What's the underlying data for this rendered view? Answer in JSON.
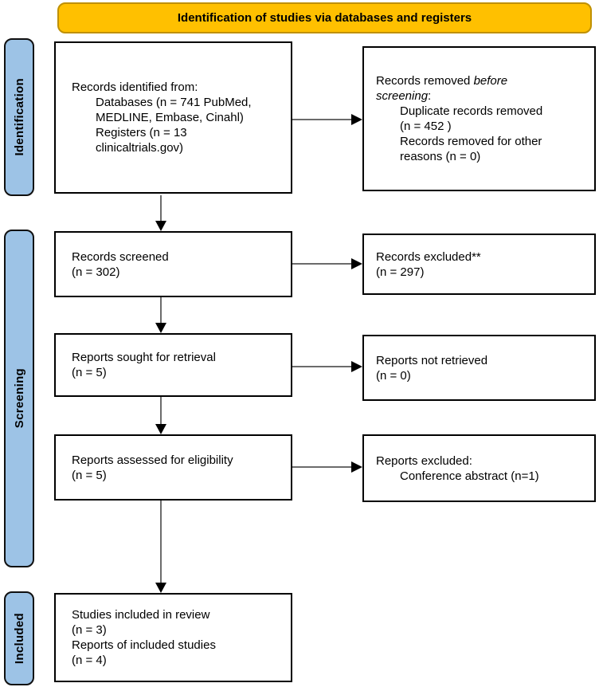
{
  "banner": {
    "label": "Identification of studies via databases and registers"
  },
  "sidebar": {
    "stages": [
      {
        "label": "Identification"
      },
      {
        "label": "Screening"
      },
      {
        "label": "Included"
      }
    ]
  },
  "flow": {
    "identified": {
      "line1": "Records identified from:",
      "line2": "Databases (n = 741 PubMed,",
      "line3": "MEDLINE, Embase, Cinahl)",
      "line4": "Registers (n = 13",
      "line5": "clinicaltrials.gov)"
    },
    "removed": {
      "line1_normal": "Records removed ",
      "line1_italic": "before",
      "line2_italic": "screening",
      "line2_suffix": ":",
      "line3": "Duplicate records removed",
      "line4": "(n = 452 )",
      "line5": "Records removed for other",
      "line6": "reasons (n = 0)"
    },
    "screened": {
      "line1": "Records screened",
      "line2": "(n = 302)"
    },
    "excluded": {
      "line1": "Records excluded**",
      "line2": "(n = 297)"
    },
    "sought": {
      "line1": "Reports sought for retrieval",
      "line2": "(n = 5)"
    },
    "not_retrieved": {
      "line1": "Reports not retrieved",
      "line2": "(n = 0)"
    },
    "assessed": {
      "line1": "Reports assessed for eligibility",
      "line2": "(n = 5)"
    },
    "reports_excluded": {
      "line1": "Reports excluded:",
      "line2": "Conference abstract (n=1)"
    },
    "included": {
      "line1": "Studies included in review",
      "line2": "(n = 3)",
      "line3": "Reports of included studies",
      "line4": "(n = 4)"
    }
  },
  "colors": {
    "banner_fill": "#FFC000",
    "banner_border": "#BF9000",
    "stage_fill": "#9DC3E6",
    "box_border": "#000000",
    "arrow": "#3a3a3a"
  }
}
